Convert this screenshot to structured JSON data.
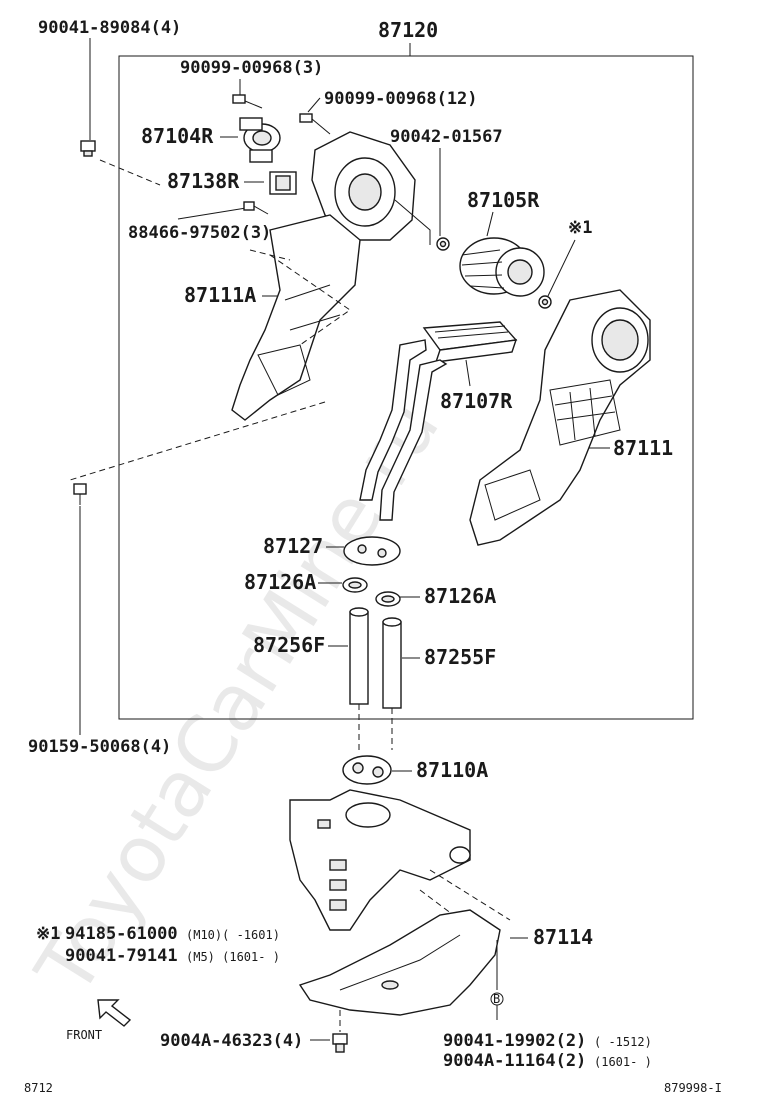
{
  "labels": {
    "p87120": "87120",
    "p90041_89084": "90041-89084(4)",
    "p90099_3": "90099-00968(3)",
    "p90099_12": "90099-00968(12)",
    "p87104R": "87104R",
    "p90042": "90042-01567",
    "p87138R": "87138R",
    "p87105R": "87105R",
    "p88466": "88466-97502(3)",
    "note1_mark": "※1",
    "p87111A": "87111A",
    "p87107R": "87107R",
    "p87111": "87111",
    "p87127": "87127",
    "p87126A_left": "87126A",
    "p87126A_right": "87126A",
    "p87256F": "87256F",
    "p87255F": "87255F",
    "p90159": "90159-50068(4)",
    "p87110A": "87110A",
    "p87114": "87114",
    "p9004A_46323": "9004A-46323(4)",
    "front": "FRONT",
    "page_code": "8712",
    "diagram_code": "879998-I",
    "circle_b": "B"
  },
  "notes": {
    "n1_mark": "※1",
    "n1_part": "94185-61000",
    "n1_spec": "(M10)(    -1601)",
    "n2_part": "90041-79141",
    "n2_spec": "(M5) (1601-    )",
    "n3_part": "90041-19902(2)",
    "n3_spec": "(    -1512)",
    "n4_part": "9004A-11164(2)",
    "n4_spec": "(1601-    )"
  },
  "watermark": "ToyotaCarMine.ru",
  "colors": {
    "line": "#1a1a1a",
    "watermark": "#d8d8d8"
  }
}
